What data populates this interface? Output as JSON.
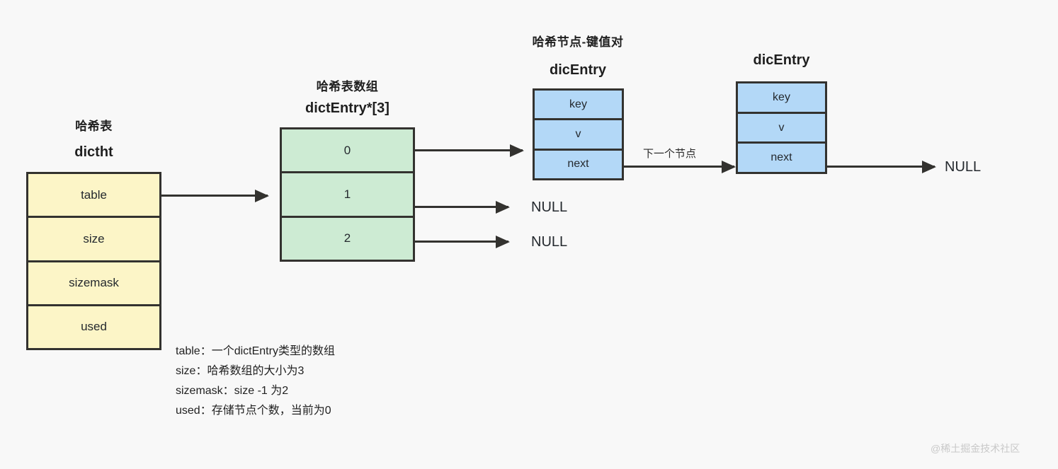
{
  "diagram": {
    "background_color": "#f8f8f8",
    "border_color": "#33322f",
    "hashtable": {
      "title_cn": "哈希表",
      "title_en": "dictht",
      "fill_color": "#fcf5c7",
      "fields": [
        "table",
        "size",
        "sizemask",
        "used"
      ]
    },
    "array": {
      "title_cn": "哈希表数组",
      "title_en": "dictEntry*[3]",
      "fill_color": "#cdebd3",
      "indices": [
        "0",
        "1",
        "2"
      ]
    },
    "node_group": {
      "title_cn": "哈希节点-键值对",
      "fill_color": "#b3d8f7"
    },
    "node1": {
      "title": "dicEntry",
      "fields": [
        "key",
        "v",
        "next"
      ]
    },
    "node2": {
      "title": "dicEntry",
      "fields": [
        "key",
        "v",
        "next"
      ]
    },
    "arrow_label_next": "下一个节点",
    "null_labels": {
      "bucket1": "NULL",
      "bucket2": "NULL",
      "node2_next": "NULL"
    },
    "legend": [
      "table：一个dictEntry类型的数组",
      "size：哈希数组的大小为3",
      "sizemask：size -1 为2",
      "used：存储节点个数，当前为0"
    ],
    "watermark": "@稀土掘金技术社区"
  }
}
